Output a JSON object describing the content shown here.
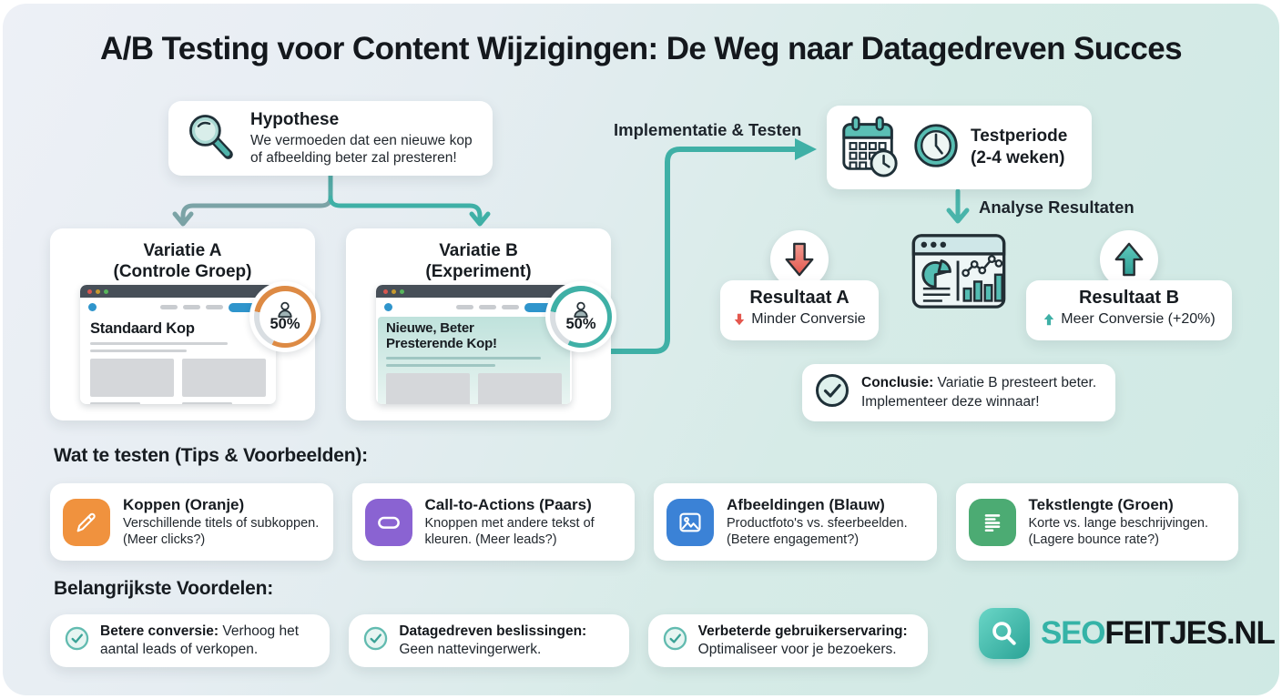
{
  "title": "A/B Testing voor Content Wijzigingen: De Weg naar Datagedreven Succes",
  "flow": {
    "hypothese": {
      "title": "Hypothese",
      "desc": "We vermoeden dat een nieuwe kop of afbeelding beter zal presteren!"
    },
    "variatie_a": {
      "title": "Variatie A",
      "subtitle": "(Controle Groep)",
      "mock_heading": "Standaard Kop",
      "badge": "50%"
    },
    "variatie_b": {
      "title": "Variatie B",
      "subtitle": "(Experiment)",
      "mock_heading": "Nieuwe, Beter Presterende Kop!",
      "badge": "50%"
    },
    "implementatie_label": "Implementatie & Testen",
    "testperiode": {
      "line1": "Testperiode",
      "line2": "(2-4 weken)"
    },
    "analyse_label": "Analyse Resultaten",
    "resultaat_a": {
      "title": "Resultaat A",
      "desc": "Minder Conversie"
    },
    "resultaat_b": {
      "title": "Resultaat B",
      "desc": "Meer Conversie (+20%)"
    },
    "conclusie": {
      "label": "Conclusie:",
      "text": " Variatie B presteert beter. Implementeer deze winnaar!"
    }
  },
  "tests": {
    "heading": "Wat te testen (Tips & Voorbeelden):",
    "items": [
      {
        "title": "Koppen (Oranje)",
        "desc": "Verschillende titels of subkoppen. (Meer clicks?)",
        "color": "#F0923E",
        "icon": "pencil-icon"
      },
      {
        "title": "Call-to-Actions (Paars)",
        "desc": "Knoppen met andere tekst of kleuren. (Meer leads?)",
        "color": "#8A63D2",
        "icon": "button-icon"
      },
      {
        "title": "Afbeeldingen (Blauw)",
        "desc": "Productfoto's vs. sfeerbeelden. (Betere engagement?)",
        "color": "#3B82D6",
        "icon": "image-icon"
      },
      {
        "title": "Tekstlengte (Groen)",
        "desc": "Korte vs. lange beschrijvingen. (Lagere bounce rate?)",
        "color": "#4CAB73",
        "icon": "text-lines-icon"
      }
    ]
  },
  "benefits": {
    "heading": "Belangrijkste Voordelen:",
    "items": [
      {
        "label": "Betere conversie:",
        "text": " Verhoog het aantal leads of verkopen."
      },
      {
        "label": "Datagedreven beslissingen:",
        "text": " Geen nattevingerwerk."
      },
      {
        "label": "Verbeterde gebruikerservaring:",
        "text": " Optimaliseer voor je bezoekers."
      }
    ]
  },
  "logo": {
    "part1": "SEO",
    "part2": "FEITJES.NL"
  },
  "colors": {
    "accent_teal": "#3FB0A6",
    "connector_gray_teal": "#7BA3A6",
    "negative_red": "#E4574E",
    "orange_ring": "#DD8A44",
    "background_start": "#EDF0F6",
    "background_end": "#CFE9E4"
  }
}
